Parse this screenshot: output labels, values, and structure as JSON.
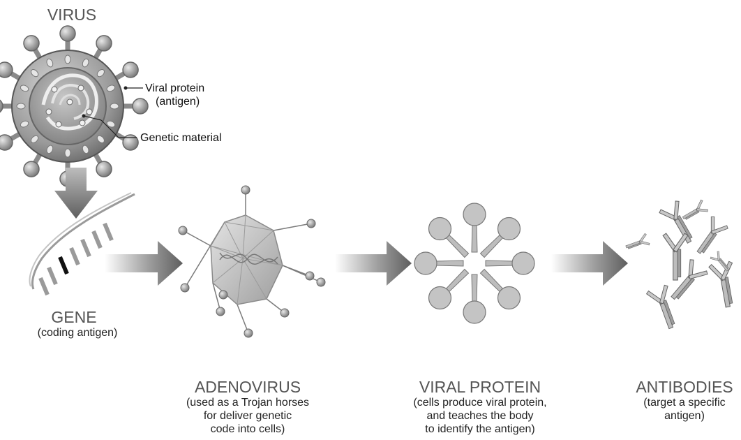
{
  "virus": {
    "title": "VIRUS",
    "callout_protein": [
      "Viral protein",
      "(antigen)"
    ],
    "callout_genetic": "Genetic material"
  },
  "gene": {
    "title": "GENE",
    "subtitle": "(coding antigen)"
  },
  "adenovirus": {
    "title": "ADENOVIRUS",
    "subtitle": [
      "(used as a Trojan horses",
      "for  deliver genetic",
      "code into cells)"
    ]
  },
  "viral_protein": {
    "title": "VIRAL PROTEIN",
    "subtitle": [
      "(cells produce viral protein,",
      "and teaches the body",
      "to identify the antigen)"
    ]
  },
  "antibodies": {
    "title": "ANTIBODIES",
    "subtitle": [
      "(target a specific",
      "antigen)"
    ]
  }
}
